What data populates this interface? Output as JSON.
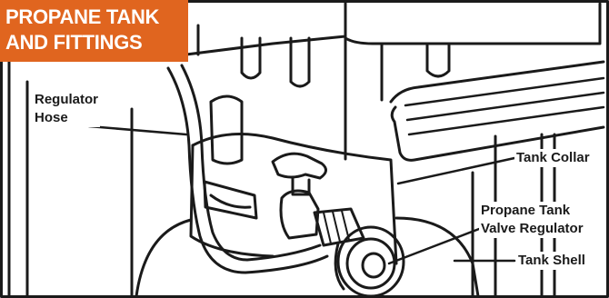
{
  "title": {
    "line1": "PROPANE TANK",
    "line2": "AND FITTINGS"
  },
  "labels": {
    "regulator_hose": [
      "Regulator",
      "Hose"
    ],
    "tank_collar": "Tank Collar",
    "valve_regulator": [
      "Propane Tank",
      "Valve Regulator"
    ],
    "tank_shell": "Tank Shell"
  },
  "colors": {
    "accent": "#e0651f",
    "ink": "#1a1a1a",
    "background": "#ffffff"
  }
}
